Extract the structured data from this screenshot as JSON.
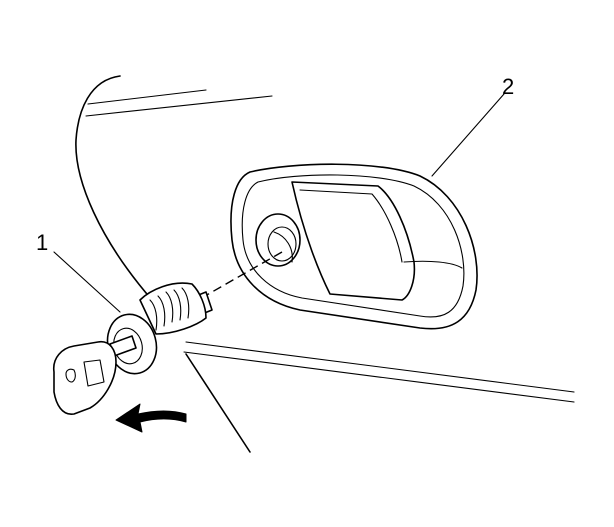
{
  "diagram": {
    "callouts": [
      {
        "id": "1",
        "label": "1"
      },
      {
        "id": "2",
        "label": "2"
      }
    ],
    "parts": {
      "1": "lock-cylinder-with-key",
      "2": "door-handle-bezel"
    },
    "colors": {
      "line": "#000000",
      "background": "#ffffff"
    }
  }
}
